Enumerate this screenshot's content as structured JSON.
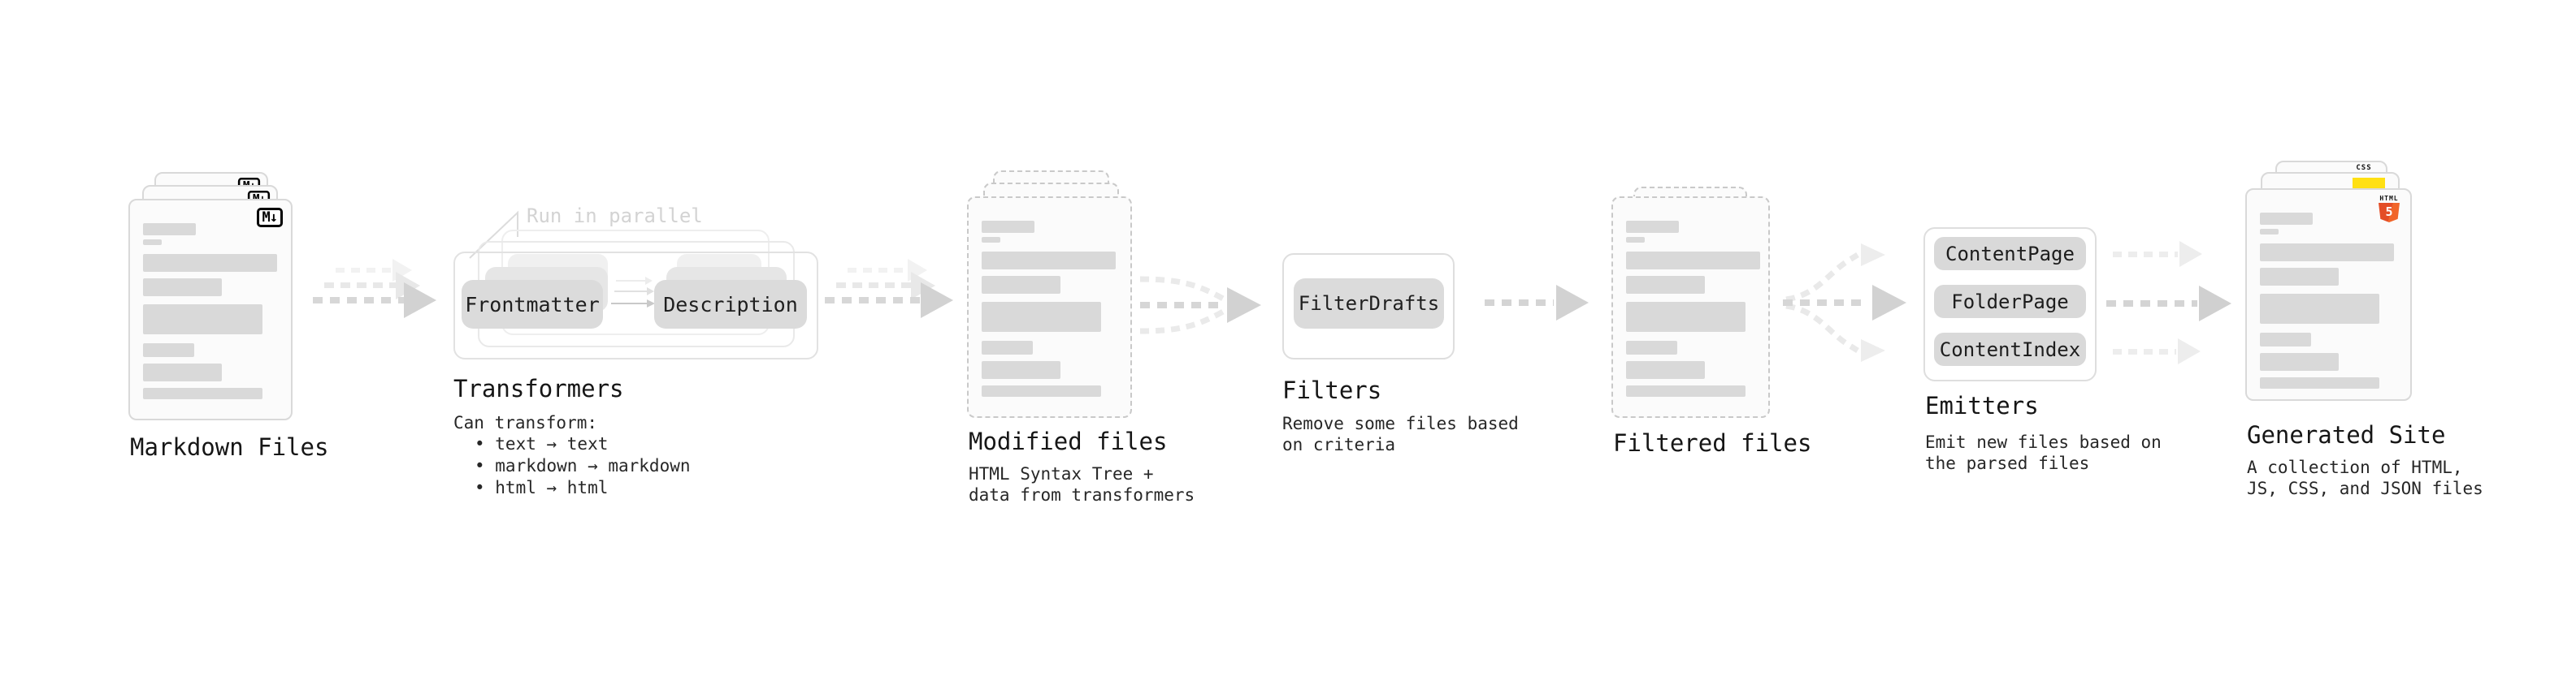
{
  "sections": {
    "markdown_files": {
      "title": "Markdown Files",
      "badge": "M↓"
    },
    "transformers": {
      "annotation": "Run in parallel",
      "box_left": "Frontmatter",
      "box_right": "Description",
      "title": "Transformers",
      "description": "Can transform:",
      "bullets": [
        "• text → text",
        "• markdown → markdown",
        "• html → html"
      ]
    },
    "modified_files": {
      "title": "Modified files",
      "subtitle_lines": [
        "HTML Syntax Tree +",
        "data from transformers"
      ]
    },
    "filters": {
      "box": "FilterDrafts",
      "title": "Filters",
      "subtitle_lines": [
        "Remove some files based",
        "on criteria"
      ]
    },
    "filtered_files": {
      "title": "Filtered files"
    },
    "emitters": {
      "boxes": [
        "ContentPage",
        "FolderPage",
        "ContentIndex"
      ],
      "title": "Emitters",
      "subtitle_lines": [
        "Emit new files based on",
        "the parsed files"
      ]
    },
    "generated_site": {
      "title": "Generated Site",
      "subtitle_lines": [
        "A collection of HTML,",
        "JS, CSS, and JSON files"
      ],
      "badges": {
        "css_label": "CSS",
        "html_label": "HTML",
        "html_number": "5"
      }
    }
  },
  "colors": {
    "markdown_badge": "#000000",
    "css_blue": "#2e6be5",
    "js_yellow": "#ffe013",
    "html5_orange": "#e44d26",
    "placeholder_gray": "#d9d9d9",
    "arrow_gray": "#d2d2d2",
    "annotation_gray": "#d3d3d3"
  }
}
